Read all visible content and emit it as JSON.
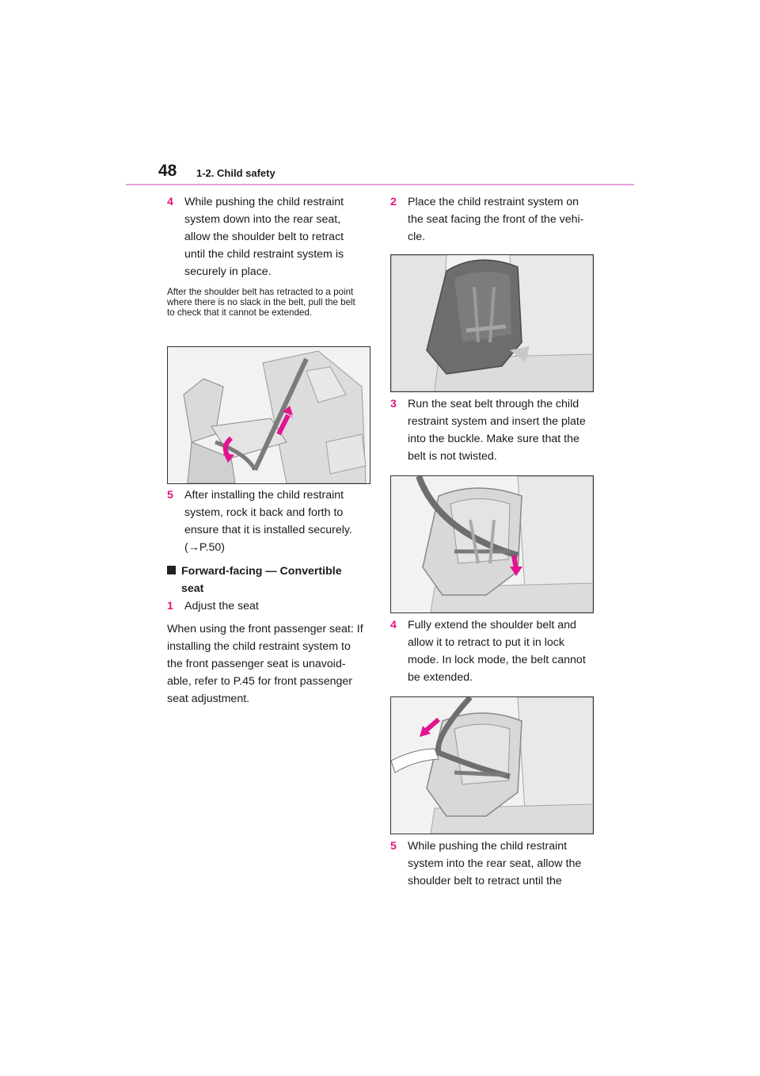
{
  "header": {
    "page_number": "48",
    "section": "1-2. Child safety"
  },
  "left": {
    "step4": {
      "num": "4",
      "text": "While pushing the child restraint system down into the rear seat, allow the shoulder belt to retract until the child restraint system is securely in place."
    },
    "note": "After the shoulder belt has retracted to a point where there is no slack in the belt, pull the belt to check that it cannot be extended.",
    "step5": {
      "num": "5",
      "text": "After installing the child restraint system, rock it back and forth to ensure that it is installed securely. (→P.50)"
    },
    "subhead": {
      "line1": "Forward-facing — Convertible",
      "line2": "seat"
    },
    "step1": {
      "num": "1",
      "text": "Adjust the seat"
    },
    "para": "When using the front passenger seat: If installing the child restraint system to the front passenger seat is unavoid-able, refer to P.45 for front passenger seat adjustment."
  },
  "right": {
    "step2": {
      "num": "2",
      "text": "Place the child restraint system on the seat facing the front of the vehi-cle."
    },
    "step3": {
      "num": "3",
      "text": "Run the seat belt through the child restraint system and insert the plate into the buckle. Make sure that the belt is not twisted."
    },
    "step4": {
      "num": "4",
      "text": "Fully extend the shoulder belt and allow it to retract to put it in lock mode. In lock mode, the belt cannot be extended."
    },
    "step5": {
      "num": "5",
      "text": "While pushing the child restraint system into the rear seat, allow the shoulder belt to retract until the"
    }
  },
  "colors": {
    "accent": "#e0157f",
    "header_rule": "#e9a3dd",
    "arrow": "#e4148f"
  }
}
